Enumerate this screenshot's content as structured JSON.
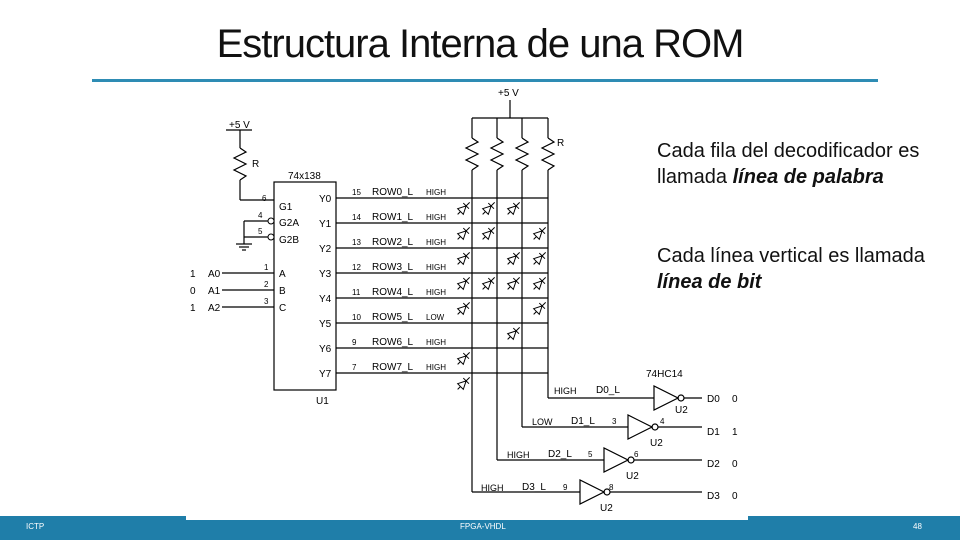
{
  "slide": {
    "title": "Estructura Interna de una ROM",
    "note1": {
      "prefix": "Cada fila del decodificador es llamada ",
      "emphasis": "línea de palabra"
    },
    "note2": {
      "prefix": "Cada línea vertical es llamada ",
      "emphasis": "línea de bit"
    },
    "footer": {
      "left": "ICTP",
      "center": "FPGA-VHDL",
      "page": "48"
    }
  },
  "schematic": {
    "vcc_left": "+5 V",
    "vcc_top": "+5 V",
    "resistor_label": "R",
    "decoder_part": "74x138",
    "decoder_ref": "U1",
    "buffer_part": "74HC14",
    "enable_pins": [
      {
        "pin": "6",
        "name": "G1"
      },
      {
        "pin": "4",
        "name": "G2A"
      },
      {
        "pin": "5",
        "name": "G2B"
      }
    ],
    "address_inputs": [
      {
        "value": "1",
        "signal": "A0",
        "pin": "1",
        "name": "A"
      },
      {
        "value": "0",
        "signal": "A1",
        "pin": "2",
        "name": "B"
      },
      {
        "value": "1",
        "signal": "A2",
        "pin": "3",
        "name": "C"
      }
    ],
    "rows": [
      {
        "pin": "15",
        "out": "Y0",
        "label": "ROW0_L",
        "level": "HIGH"
      },
      {
        "pin": "14",
        "out": "Y1",
        "label": "ROW1_L",
        "level": "HIGH"
      },
      {
        "pin": "13",
        "out": "Y2",
        "label": "ROW2_L",
        "level": "HIGH"
      },
      {
        "pin": "12",
        "out": "Y3",
        "label": "ROW3_L",
        "level": "HIGH"
      },
      {
        "pin": "11",
        "out": "Y4",
        "label": "ROW4_L",
        "level": "HIGH"
      },
      {
        "pin": "10",
        "out": "Y5",
        "label": "ROW5_L",
        "level": "LOW"
      },
      {
        "pin": "9",
        "out": "Y6",
        "label": "ROW6_L",
        "level": "HIGH"
      },
      {
        "pin": "7",
        "out": "Y7",
        "label": "ROW7_L",
        "level": "HIGH"
      }
    ],
    "bits": [
      {
        "level": "HIGH",
        "net": "D0_L",
        "in_pin": "",
        "out_pin": "",
        "gate": "U2",
        "out": "D0",
        "value": "0"
      },
      {
        "level": "LOW",
        "net": "D1_L",
        "in_pin": "3",
        "out_pin": "4",
        "gate": "U2",
        "out": "D1",
        "value": "1"
      },
      {
        "level": "HIGH",
        "net": "D2_L",
        "in_pin": "5",
        "out_pin": "6",
        "gate": "U2",
        "out": "D2",
        "value": "0"
      },
      {
        "level": "HIGH",
        "net": "D3_L",
        "in_pin": "9",
        "out_pin": "8",
        "gate": "U2",
        "out": "D3",
        "value": "0"
      }
    ]
  }
}
